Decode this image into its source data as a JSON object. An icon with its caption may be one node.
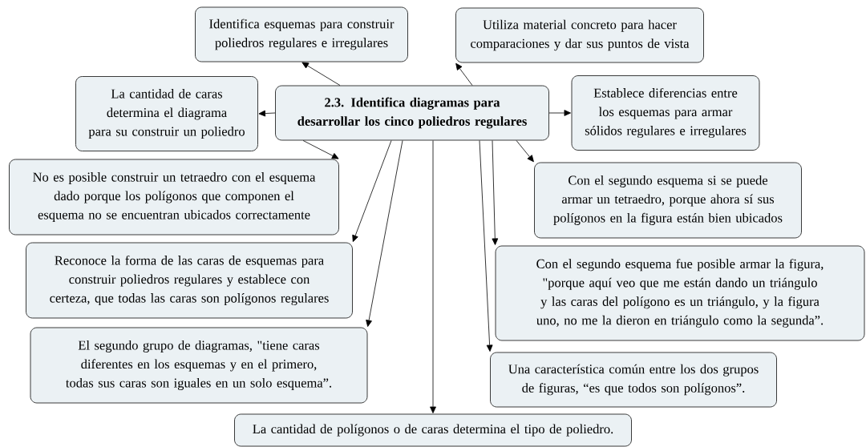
{
  "diagram": {
    "nodes": [
      {
        "text": [
          "2.3. Identifica diagramas para desarrollar los cinco poliedros regulares"
        ]
      },
      {
        "text": [
          "Identifica esquemas para construir poliedros regulares e irregulares"
        ]
      },
      {
        "text": [
          "Utiliza material concreto para hacer comparaciones y dar sus puntos de vista"
        ]
      },
      {
        "text": [
          "La cantidad de caras determina el diagrama para su construir un poliedro"
        ]
      },
      {
        "text": [
          "Establece diferencias entre los esquemas para armar sólidos regulares e irregulares"
        ]
      },
      {
        "text": [
          "No es posible construir un tetraedro con el esquema dado porque los polígonos que componen el esquema no se encuentran ubicados correctamente"
        ]
      },
      {
        "text": [
          "Con el segundo esquema si se puede armar un tetraedro, porque ahora sí sus polígonos en la figura están bien ubicados"
        ]
      },
      {
        "text": [
          "Reconoce la forma de las caras de esquemas para construir poliedros regulares y establece con certeza, que todas las caras son polígonos regulares"
        ]
      },
      {
        "text": [
          "Con el segundo esquema fue posible armar la figura, \"porque aquí veo que me están dando un triángulo y las caras del polígono es un triángulo, y la figura uno, no me la dieron en triángulo como la segunda”."
        ]
      },
      {
        "text": [
          "El segundo grupo de diagramas, \"tiene caras diferentes en los esquemas y en el primero, todas sus caras son iguales en un solo esquema”."
        ]
      },
      {
        "text": [
          "Una característica común entre los dos grupos de figuras, “es que todos son polígonos”."
        ]
      },
      {
        "text": [
          "La cantidad de polígonos o de caras determina el tipo de poliedro."
        ]
      }
    ],
    "edges": [
      {
        "from": 0,
        "to": 1,
        "arrow": "to"
      },
      {
        "from": 0,
        "to": 2,
        "arrow": "to"
      },
      {
        "from": 0,
        "to": 3,
        "arrow": "to"
      },
      {
        "from": 0,
        "to": 4,
        "arrow": "to"
      },
      {
        "from": 0,
        "to": 5,
        "arrow": "to"
      },
      {
        "from": 0,
        "to": 6,
        "arrow": "to"
      },
      {
        "from": 0,
        "to": 7,
        "arrow": "to"
      },
      {
        "from": 0,
        "to": 8,
        "arrow": "to"
      },
      {
        "from": 0,
        "to": 9,
        "arrow": "to"
      },
      {
        "from": 0,
        "to": 10,
        "arrow": "to"
      },
      {
        "from": 0,
        "to": 11,
        "arrow": "to"
      }
    ]
  }
}
